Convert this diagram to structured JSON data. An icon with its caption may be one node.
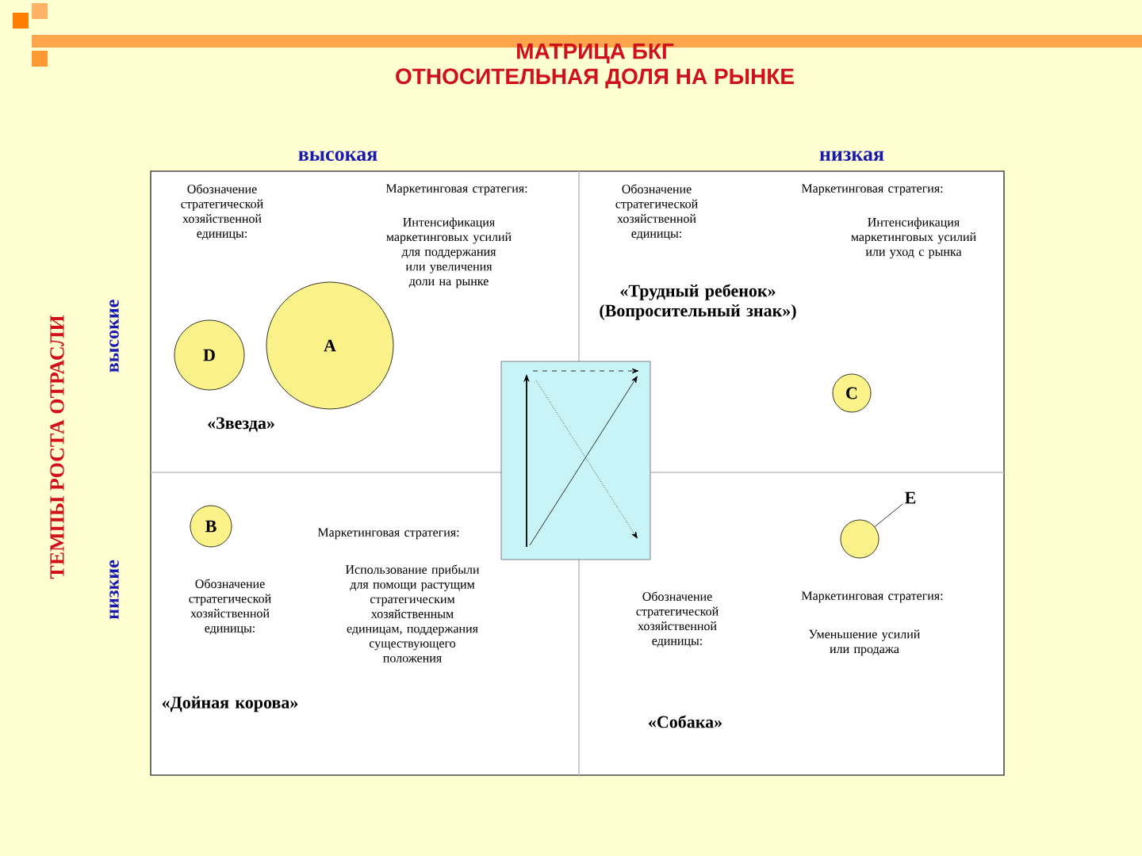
{
  "diagram": {
    "title": "МАТРИЦА БКГ",
    "nodes": [
      {
        "text": [
          "D"
        ]
      },
      {
        "text": [
          "A"
        ]
      },
      {
        "text": [
          "C"
        ]
      },
      {
        "text": [
          "B"
        ]
      },
      {
        "text": [
          "E"
        ]
      },
      {
        "text": [],
        "shape": "circle"
      }
    ],
    "edges": [
      {
        "from": 4,
        "to": 5,
        "arrow": "none"
      }
    ],
    "labels": [
      "ОТНОСИТЕЛЬНАЯ ДОЛЯ НА РЫНКЕ",
      "высокая",
      "низкая",
      "ТЕМПЫ РОСТА ОТРАСЛИ",
      "высокие",
      "низкие",
      "Обозначение стратегической хозяйственной единицы:",
      "Маркетинговая стратегия:",
      "Интенсификация маркетинговых усилий для поддержания или увеличения доли на рынке",
      "«Звезда»",
      "Обозначение стратегической хозяйственной единицы:",
      "Маркетинговая стратегия:",
      "Интенсификация маркетинговых усилий или уход с рынка",
      "«Трудный ребенок» (Вопросительный знак»)",
      "Маркетинговая стратегия:",
      "Обозначение стратегической хозяйственной единицы:",
      "Использование прибыли для помощи растущим стратегическим хозяйственным единицам, поддержания существующего положения",
      "«Дойная корова»",
      "Обозначение стратегической хозяйственной единицы:",
      "Маркетинговая стратегия:",
      "Уменьшение усилий или продажа",
      "«Собака»"
    ]
  }
}
